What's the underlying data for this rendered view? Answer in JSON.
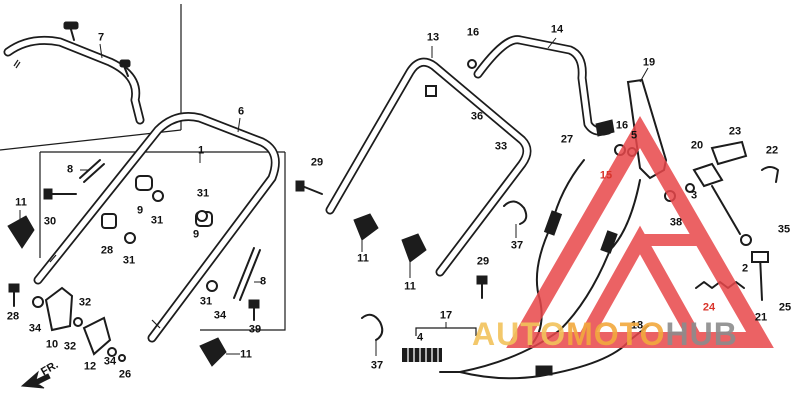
{
  "diagram": {
    "callouts": [
      {
        "id": "c7",
        "text": "7"
      },
      {
        "id": "c6",
        "text": "6"
      },
      {
        "id": "c1",
        "text": "1"
      },
      {
        "id": "c8a",
        "text": "8"
      },
      {
        "id": "c11a",
        "text": "11"
      },
      {
        "id": "c30",
        "text": "30"
      },
      {
        "id": "c31a",
        "text": "31"
      },
      {
        "id": "c9a",
        "text": "9"
      },
      {
        "id": "c31b",
        "text": "31"
      },
      {
        "id": "c31c",
        "text": "31"
      },
      {
        "id": "c9b",
        "text": "9"
      },
      {
        "id": "c28a",
        "text": "28"
      },
      {
        "id": "c31d",
        "text": "31"
      },
      {
        "id": "c8b",
        "text": "8"
      },
      {
        "id": "c31e",
        "text": "31"
      },
      {
        "id": "c34a",
        "text": "34"
      },
      {
        "id": "c39",
        "text": "39"
      },
      {
        "id": "c28b",
        "text": "28"
      },
      {
        "id": "c34b",
        "text": "34"
      },
      {
        "id": "c32a",
        "text": "32"
      },
      {
        "id": "c10",
        "text": "10"
      },
      {
        "id": "c32b",
        "text": "32"
      },
      {
        "id": "c12",
        "text": "12"
      },
      {
        "id": "c34c",
        "text": "34"
      },
      {
        "id": "c26",
        "text": "26"
      },
      {
        "id": "c11b",
        "text": "11"
      },
      {
        "id": "c29a",
        "text": "29"
      },
      {
        "id": "c13",
        "text": "13"
      },
      {
        "id": "c16a",
        "text": "16"
      },
      {
        "id": "c14",
        "text": "14"
      },
      {
        "id": "c19",
        "text": "19"
      },
      {
        "id": "c36",
        "text": "36"
      },
      {
        "id": "c33",
        "text": "33"
      },
      {
        "id": "c27",
        "text": "27"
      },
      {
        "id": "c16b",
        "text": "16"
      },
      {
        "id": "c5",
        "text": "5"
      },
      {
        "id": "c23",
        "text": "23"
      },
      {
        "id": "c20",
        "text": "20"
      },
      {
        "id": "c22",
        "text": "22"
      },
      {
        "id": "c15",
        "text": "15"
      },
      {
        "id": "c3",
        "text": "3"
      },
      {
        "id": "c38",
        "text": "38"
      },
      {
        "id": "c11c",
        "text": "11"
      },
      {
        "id": "c37a",
        "text": "37"
      },
      {
        "id": "c11d",
        "text": "11"
      },
      {
        "id": "c29b",
        "text": "29"
      },
      {
        "id": "c35",
        "text": "35"
      },
      {
        "id": "c2",
        "text": "2"
      },
      {
        "id": "c24",
        "text": "24"
      },
      {
        "id": "c21",
        "text": "21"
      },
      {
        "id": "c25",
        "text": "25"
      },
      {
        "id": "c17",
        "text": "17"
      },
      {
        "id": "c18",
        "text": "18"
      },
      {
        "id": "c4",
        "text": "4"
      },
      {
        "id": "c37b",
        "text": "37"
      }
    ],
    "direction_marker": "FR.",
    "watermark": {
      "part1": "AUTO",
      "part2": "MOTO",
      "part3": "HUB",
      "logo_color": "#e8474a",
      "word_color_1": "#f2c35c",
      "word_color_2": "#8c8c8c"
    },
    "colors": {
      "line": "#1c1c1c",
      "callout_red": "#d9342b"
    }
  }
}
